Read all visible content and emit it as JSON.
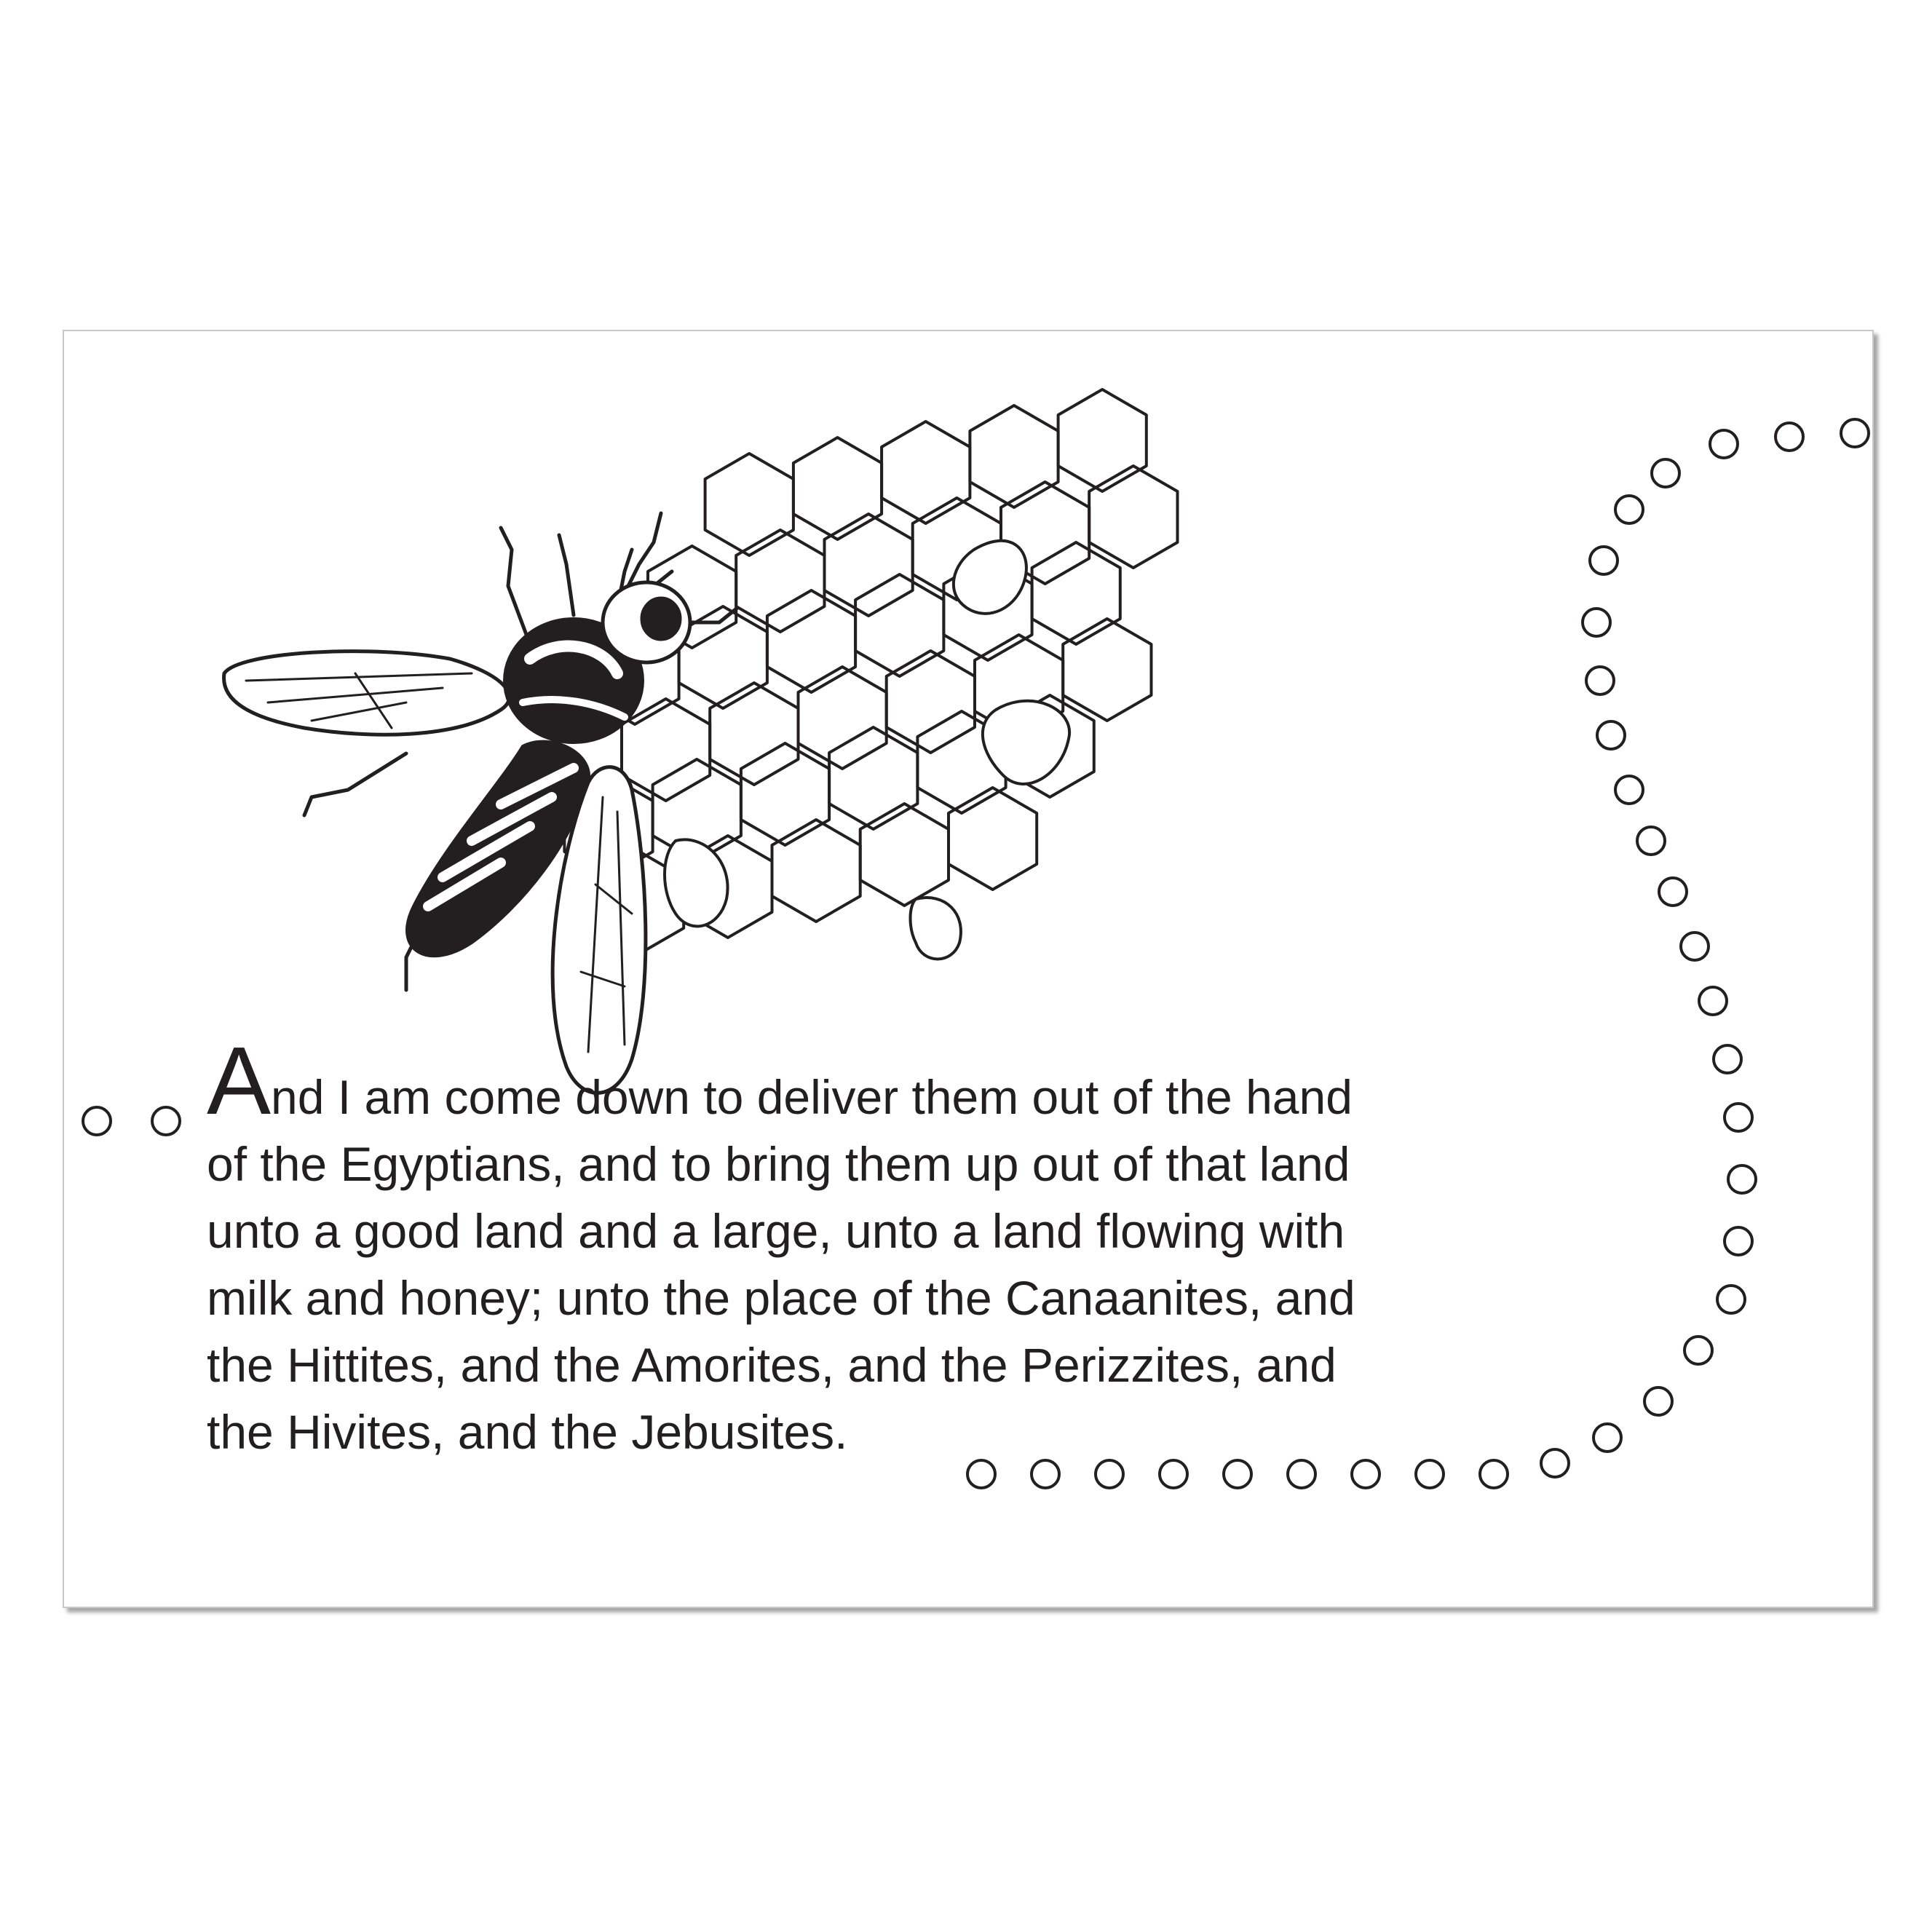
{
  "verse": {
    "drop_cap": "A",
    "line1_rest": "nd I am come down to deliver them out of the hand",
    "line2": "of the Egyptians, and to bring them up out of that land",
    "line3": "unto a good land and a large, unto a land flowing with",
    "line4": "milk and honey; unto the place of the Canaanites, and",
    "line5": "the Hittites, and the Amorites, and the Perizzites, and",
    "line6": "the Hivites, and the Jebusites."
  },
  "illustration": {
    "subject": "bee-on-honeycomb",
    "decoration": "dotted-circle-trail"
  },
  "colors": {
    "ink": "#231f20",
    "paper": "#ffffff",
    "border": "#c8c8c8"
  }
}
